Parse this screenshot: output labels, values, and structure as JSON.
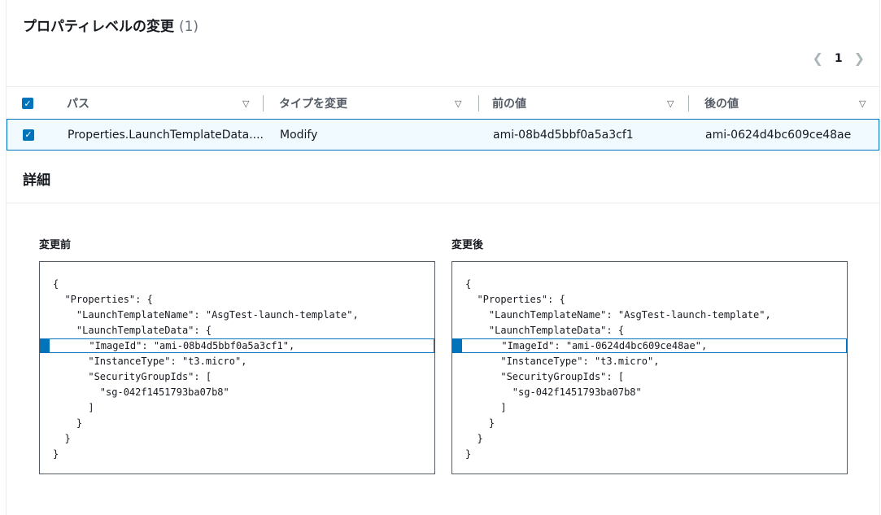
{
  "header": {
    "title": "プロパティレベルの変更",
    "count": "(1)"
  },
  "pager": {
    "prev_icon": "chevron-left-icon",
    "page": "1",
    "next_icon": "chevron-right-icon"
  },
  "table": {
    "columns": [
      "パス",
      "タイプを変更",
      "前の値",
      "後の値"
    ],
    "rows": [
      {
        "path": "Properties.LaunchTemplateData....",
        "change_type": "Modify",
        "before": "ami-08b4d5bbf0a5a3cf1",
        "after": "ami-0624d4bc609ce48ae",
        "selected": true
      }
    ]
  },
  "details": {
    "title": "詳細",
    "before_label": "変更前",
    "after_label": "変更後",
    "before_lines": [
      "{",
      "  \"Properties\": {",
      "    \"LaunchTemplateName\": \"AsgTest-launch-template\",",
      "    \"LaunchTemplateData\": {",
      "      \"ImageId\": \"ami-08b4d5bbf0a5a3cf1\",",
      "      \"InstanceType\": \"t3.micro\",",
      "      \"SecurityGroupIds\": [",
      "        \"sg-042f1451793ba07b8\"",
      "      ]",
      "    }",
      "  }",
      "}"
    ],
    "after_lines": [
      "{",
      "  \"Properties\": {",
      "    \"LaunchTemplateName\": \"AsgTest-launch-template\",",
      "    \"LaunchTemplateData\": {",
      "      \"ImageId\": \"ami-0624d4bc609ce48ae\",",
      "      \"InstanceType\": \"t3.micro\",",
      "      \"SecurityGroupIds\": [",
      "        \"sg-042f1451793ba07b8\"",
      "      ]",
      "    }",
      "  }",
      "}"
    ],
    "highlight_line_index": 4
  },
  "colors": {
    "accent": "#0073bb",
    "text": "#16191f",
    "muted": "#687078"
  }
}
